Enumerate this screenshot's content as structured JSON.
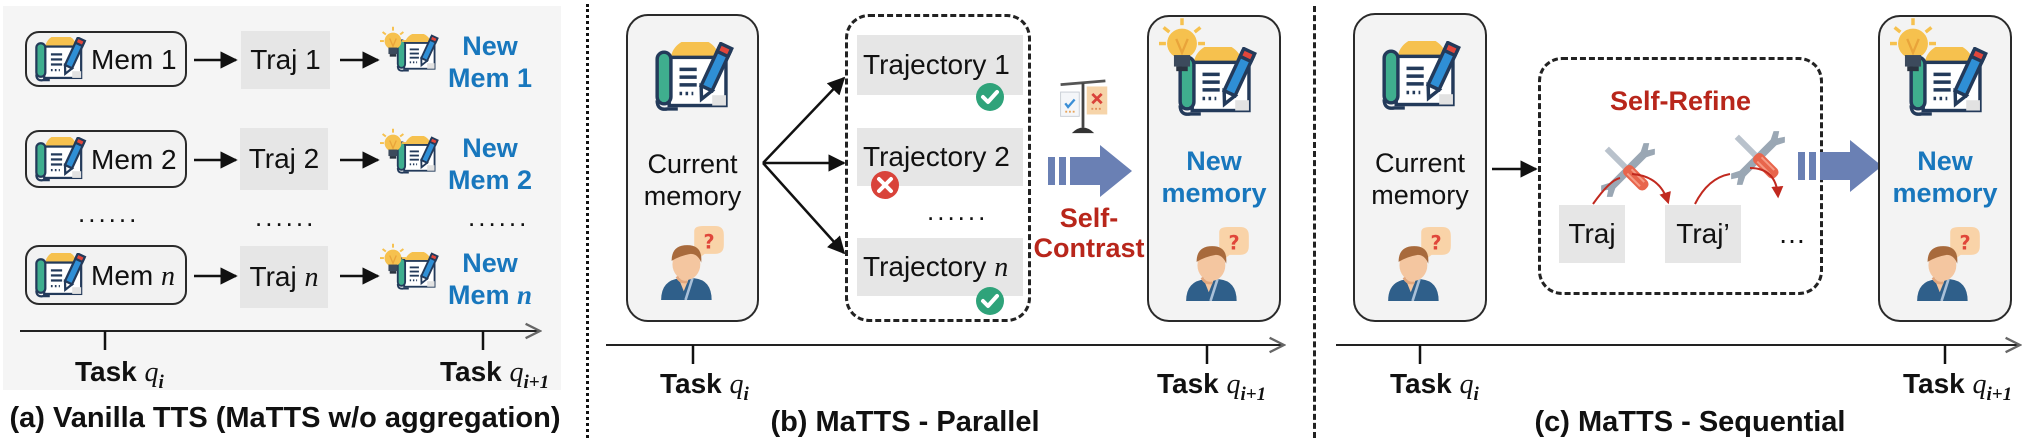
{
  "panels": {
    "a": {
      "caption": "(a) Vanilla TTS (MaTTS w/o aggregation)",
      "rows": [
        {
          "mem": "Mem 1",
          "traj": "Traj 1",
          "new_line1": "New",
          "new_line2": "Mem 1"
        },
        {
          "mem": "Mem 2",
          "traj": "Traj 2",
          "new_line1": "New",
          "new_line2": "Mem 2"
        },
        {
          "mem": "Mem ",
          "mem_var": "n",
          "traj": "Traj ",
          "traj_var": "n",
          "new_line1": "New",
          "new_line2": "Mem ",
          "new_var": "n"
        }
      ],
      "ellipsis": "......",
      "task_start": {
        "label": "Task",
        "var": "q",
        "sub": "i"
      },
      "task_end": {
        "label": "Task",
        "var": "q",
        "sub": "i+1"
      }
    },
    "b": {
      "caption": "(b) MaTTS - Parallel",
      "current_memory": [
        "Current",
        "memory"
      ],
      "trajectories": [
        {
          "label": "Trajectory 1",
          "status": "success"
        },
        {
          "label": "Trajectory 2",
          "status": "failure"
        },
        {
          "label": "Trajectory ",
          "var": "n",
          "status": "success"
        }
      ],
      "ellipsis": "......",
      "method_label": [
        "Self-",
        "Contrast"
      ],
      "new_memory": [
        "New",
        "memory"
      ],
      "task_start": {
        "label": "Task",
        "var": "q",
        "sub": "i"
      },
      "task_end": {
        "label": "Task",
        "var": "q",
        "sub": "i+1"
      }
    },
    "c": {
      "caption": "(c) MaTTS - Sequential",
      "current_memory": [
        "Current",
        "memory"
      ],
      "method_label": "Self-Refine",
      "steps": [
        "Traj",
        "Traj’",
        "…"
      ],
      "new_memory": [
        "New",
        "memory"
      ],
      "task_start": {
        "label": "Task",
        "var": "q",
        "sub": "i"
      },
      "task_end": {
        "label": "Task",
        "var": "q",
        "sub": "i+1"
      }
    }
  },
  "colors": {
    "new_memory_text": "#1877bd",
    "method_text": "#b8261b",
    "block_arrow": "#6a80b4",
    "success": "#2fa37a",
    "failure": "#d9433a"
  }
}
